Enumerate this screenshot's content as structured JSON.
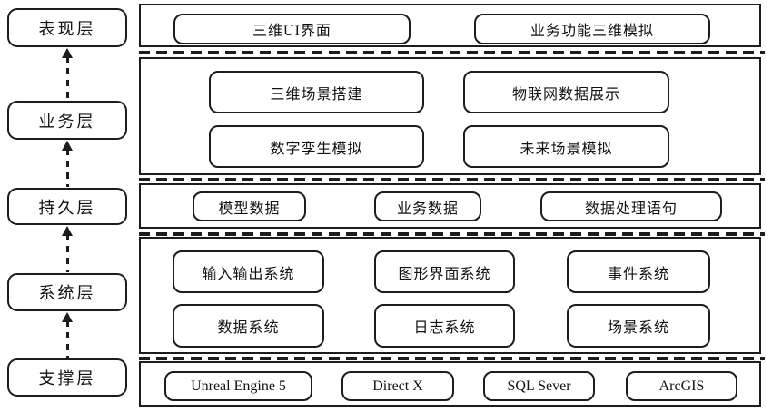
{
  "diagram": {
    "title": "layered-architecture-diagram",
    "colors": {
      "border": "#1c1c1c",
      "background": "#ffffff"
    },
    "layers": [
      {
        "id": "presentation",
        "label": "表现层"
      },
      {
        "id": "business",
        "label": "业务层"
      },
      {
        "id": "persistence",
        "label": "持久层"
      },
      {
        "id": "system",
        "label": "系统层"
      },
      {
        "id": "support",
        "label": "支撑层"
      }
    ],
    "arrow_icon": "dashed-up-arrow",
    "sections": [
      {
        "id": "presentation",
        "boxes": [
          "三维UI界面",
          "业务功能三维模拟"
        ]
      },
      {
        "id": "business",
        "boxes": [
          "三维场景搭建",
          "物联网数据展示",
          "数字孪生模拟",
          "未来场景模拟"
        ]
      },
      {
        "id": "persistence",
        "boxes": [
          "模型数据",
          "业务数据",
          "数据处理语句"
        ]
      },
      {
        "id": "system",
        "boxes": [
          "输入输出系统",
          "图形界面系统",
          "事件系统",
          "数据系统",
          "日志系统",
          "场景系统"
        ]
      },
      {
        "id": "support",
        "boxes": [
          "Unreal Engine 5",
          "Direct X",
          "SQL Sever",
          "ArcGIS"
        ]
      }
    ]
  }
}
